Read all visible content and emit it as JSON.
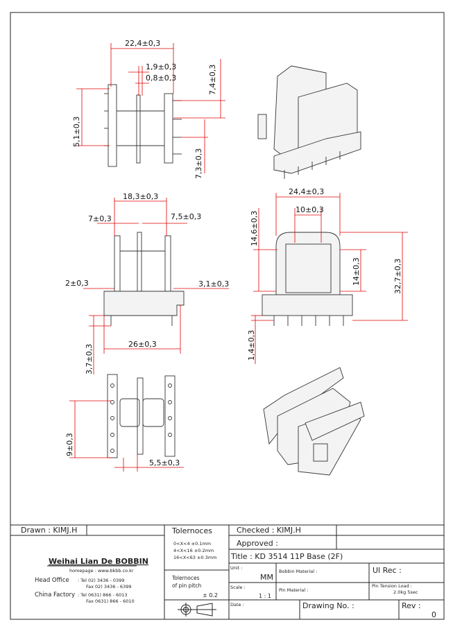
{
  "dimensions": {
    "d_22_4": "22,4±0,3",
    "d_1_9": "1,9±0,3",
    "d_0_8": "0,8±0,3",
    "d_7_4": "7,4±0,3",
    "d_5_1": "5,1±0,3",
    "d_7_3": "7,3±0,3",
    "d_18_3": "18,3±0,3",
    "d_7": "7±0,3",
    "d_7_5": "7,5±0,3",
    "d_2": "2±0,3",
    "d_3_1": "3,1±0,3",
    "d_26": "26±0,3",
    "d_3_7": "3,7±0,3",
    "d_9": "9±0,3",
    "d_5_5": "5,5±0,3",
    "d_24_4": "24,4±0,3",
    "d_10": "10±0,3",
    "d_14_6": "14,6±0,3",
    "d_14": "14±0,3",
    "d_32_7": "32,7±0,3",
    "d_1_4": "1,4±0,3"
  },
  "title_block": {
    "drawn": "Drawn :  KIMJ.H",
    "checked": "Checked :  KIMJ.H",
    "approved": "Approved :",
    "title": "Title :  KD 3514 11P Base (2F)",
    "company": "Weihai Lian De BOBBIN",
    "homepage": "homepage : www.bkbb.co.kr",
    "head_office_label": "Head Office",
    "head_office_tel": ":  Tel   02) 3436 - 0399",
    "head_office_fax": "Fax   02) 3436 - 6399",
    "china_factory_label": "China Factory",
    "china_factory_tel": ": Tel   0631) 866 - 6013",
    "china_factory_fax": "Fax   0631) 866 - 6010",
    "tolerances_title": "Tolernoces",
    "tolerances": [
      "0<X<4    ±0.1mm",
      "4<X<16   ±0.2mm",
      "16<X<63 ±0.3mm"
    ],
    "pin_pitch_label_1": "Tolernoces",
    "pin_pitch_label_2": "of pin pitch",
    "pin_pitch_value": "± 0.2",
    "unit_label": "Unit :",
    "unit_value": "MM",
    "bobbin_material_label": "Bobbin Material :",
    "ul_rec_label": "Ul Rec :",
    "scale_label": "Scale :",
    "scale_value": "1 : 1",
    "pin_material_label": "Pin Material :",
    "pin_tension_label": "Pin Tension Load :",
    "pin_tension_value": "2.0kg 5sec",
    "date_label": "Date :",
    "drawing_no_label": "Drawing No.  :",
    "rev_label": "Rev :",
    "rev_value": "0"
  }
}
